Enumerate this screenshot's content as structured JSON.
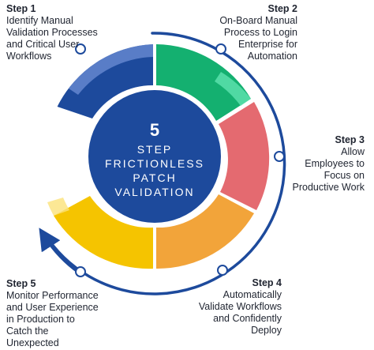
{
  "center": {
    "number": "5",
    "line1": "STEP",
    "line2": "FRICTIONLESS",
    "line3": "PATCH",
    "line4": "VALIDATION"
  },
  "steps": [
    {
      "title": "Step 1",
      "text": "Identify Manual\nValidation Processes\nand Critical User\nWorkflows",
      "color": "#1d4a9c"
    },
    {
      "title": "Step 2",
      "text": "On-Board Manual\nProcess to Login\nEnterprise for\nAutomation",
      "color": "#14b070"
    },
    {
      "title": "Step 3",
      "text": "Allow\nEmployees to\nFocus on\nProductive Work",
      "color": "#e46a70"
    },
    {
      "title": "Step 4",
      "text": "Automatically\nValidate Workflows\nand Confidently\nDeploy",
      "color": "#f2a43a"
    },
    {
      "title": "Step 5",
      "text": "Monitor Performance\nand User Experience\nin Production to\nCatch the\nUnexpected",
      "color": "#f5c400"
    }
  ],
  "colors": {
    "center_circle": "#1d4a9c",
    "outer_ring": "#1d4a9c"
  }
}
